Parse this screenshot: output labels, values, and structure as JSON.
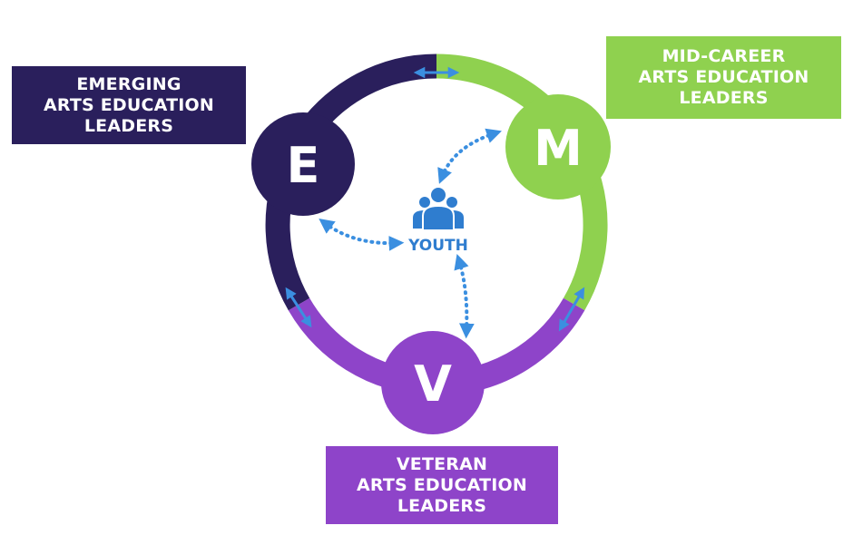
{
  "colors": {
    "emerging": "#2a1f5c",
    "midcareer": "#8fd14f",
    "veteran": "#8e44c9",
    "arrow": "#3b8fe0",
    "youth": "#2f7dcf"
  },
  "nodes": {
    "emerging": {
      "letter": "E"
    },
    "midcareer": {
      "letter": "M"
    },
    "veteran": {
      "letter": "V"
    },
    "youth": {
      "label": "YOUTH",
      "icon": "people-group-icon"
    }
  },
  "labels": {
    "emerging": [
      "EMERGING",
      "ARTS EDUCATION",
      "LEADERS"
    ],
    "midcareer": [
      "MID-CAREER",
      "ARTS EDUCATION",
      "LEADERS"
    ],
    "veteran": [
      "VETERAN",
      "ARTS EDUCATION",
      "LEADERS"
    ]
  }
}
